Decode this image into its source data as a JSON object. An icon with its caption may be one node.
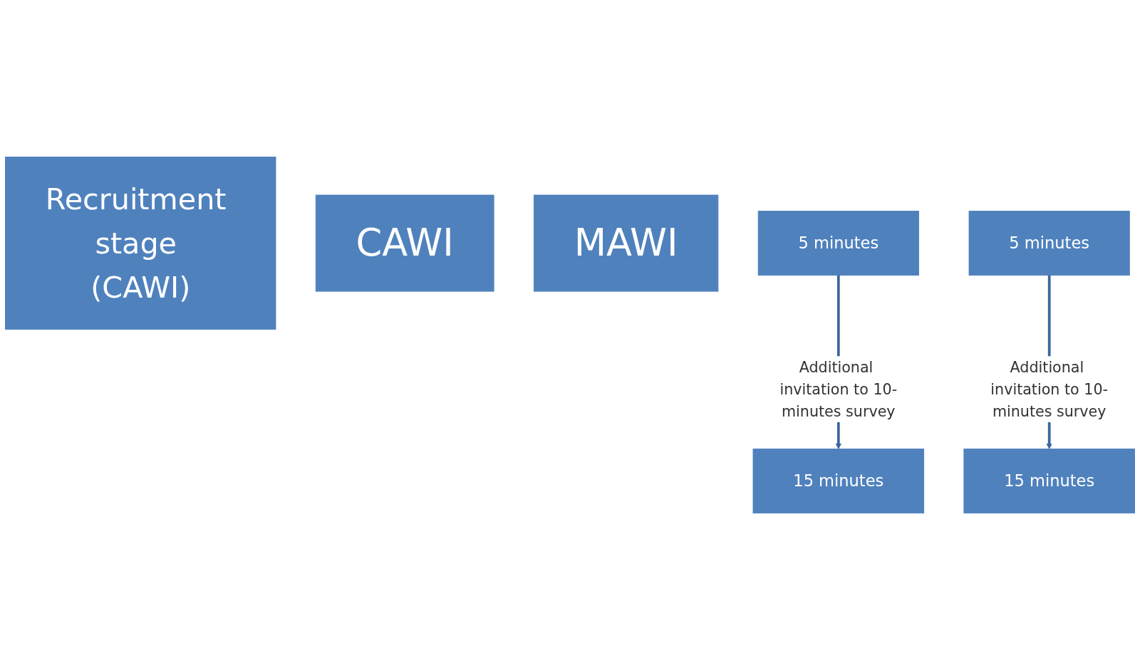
{
  "diagram": {
    "nodes": [
      {
        "text": [
          "Recruitment stage (CAWI)"
        ]
      },
      {
        "text": [
          "CAWI"
        ]
      },
      {
        "text": [
          "MAWI"
        ]
      },
      {
        "text": [
          "5 minutes"
        ]
      },
      {
        "text": [
          "15 minutes"
        ]
      },
      {
        "text": [
          "5 minutes"
        ]
      },
      {
        "text": [
          "15 minutes"
        ]
      }
    ],
    "edges": [
      {
        "from": 3,
        "to": 4,
        "arrow": "to",
        "label": "Additional invitation to 10-minutes survey"
      },
      {
        "from": 5,
        "to": 6,
        "arrow": "to",
        "label": "Additional invitation to 10-minutes survey"
      }
    ]
  }
}
